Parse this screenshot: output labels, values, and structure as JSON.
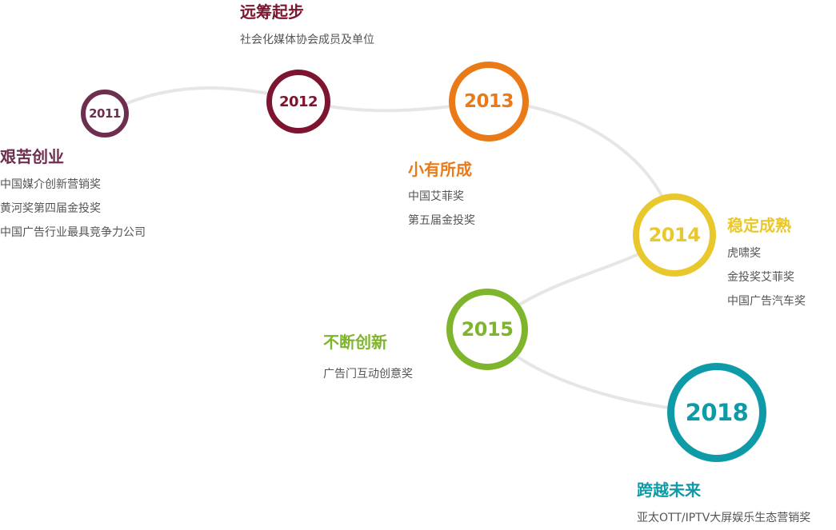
{
  "milestones": [
    {
      "year": "2011",
      "title": "艰苦创业",
      "color": "#6e2f4e",
      "awards": [
        "中国媒介创新营销奖",
        "黄河奖第四届金投奖",
        "中国广告行业最具竞争力公司"
      ]
    },
    {
      "year": "2012",
      "title": "远筹起步",
      "color": "#7d1530",
      "awards": [
        "社会化媒体协会成员及单位"
      ]
    },
    {
      "year": "2013",
      "title": "小有所成",
      "color": "#ea7a18",
      "awards": [
        "中国艾菲奖",
        "第五届金投奖"
      ]
    },
    {
      "year": "2014",
      "title": "稳定成熟",
      "color": "#e8c82c",
      "awards": [
        "虎啸奖",
        "金投奖艾菲奖",
        "中国广告汽车奖"
      ]
    },
    {
      "year": "2015",
      "title": "不断创新",
      "color": "#7fb52c",
      "awards": [
        "广告门互动创意奖"
      ]
    },
    {
      "year": "2018",
      "title": "跨越未来",
      "color": "#0e9aa7",
      "awards": [
        "亚太OTT/IPTV大屏娱乐生态营销奖"
      ]
    }
  ]
}
